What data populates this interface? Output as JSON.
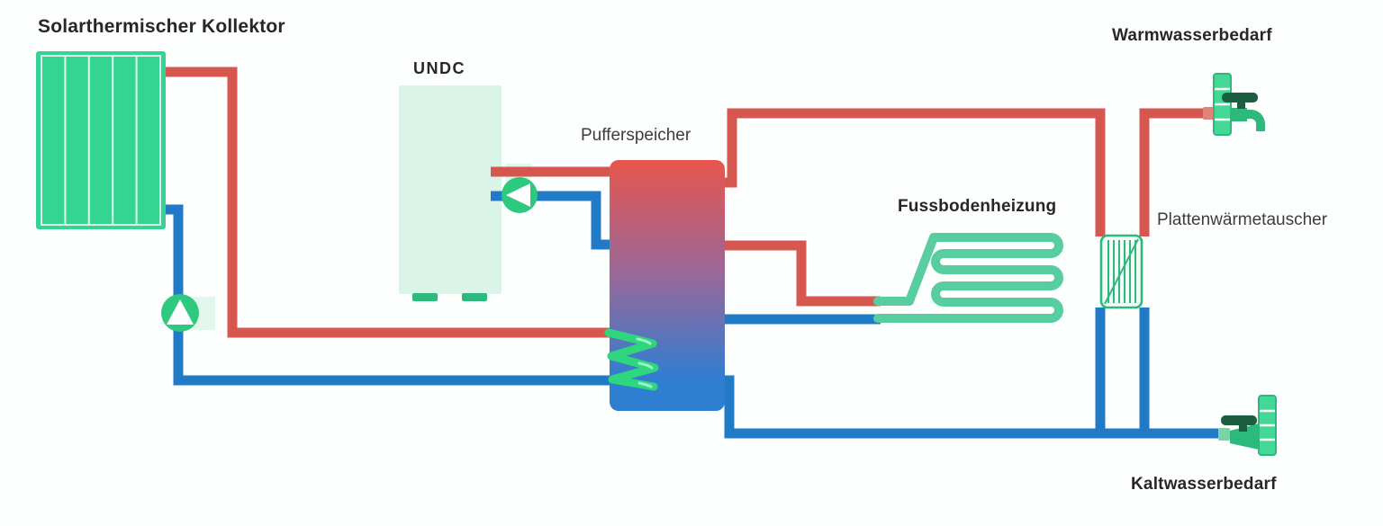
{
  "labels": {
    "solar_collector": "Solarthermischer Kollektor",
    "heat_pump_unit": "UNDC",
    "buffer_tank": "Pufferspeicher",
    "floor_heating": "Fussbodenheizung",
    "hot_water_demand": "Warmwasserbedarf",
    "plate_heat_exchanger": "Plattenwärmetauscher",
    "cold_water_demand": "Kaltwasserbedarf"
  },
  "colors": {
    "hot_pipe": "#D6574F",
    "cold_pipe": "#217AC6",
    "collector_green": "#34D493",
    "pump_green": "#2DC97E",
    "loop_green": "#58CDA0",
    "coil_green": "#2ED77E",
    "mint_panel": "#DAF4E8",
    "mint_pad": "#E2F7EC",
    "equipment_green": "#2DB97C",
    "faucet_fill": "#43D896",
    "handle_dark_green": "#1B5E41",
    "hot_collar": "#E2837B",
    "cold_collar": "#7ED2A8",
    "tank_top": "#E8564D",
    "tank_mid": "#96689B",
    "tank_bottom": "#2E7ED2",
    "label_text": "#272727",
    "background": "#FDFEFE"
  }
}
